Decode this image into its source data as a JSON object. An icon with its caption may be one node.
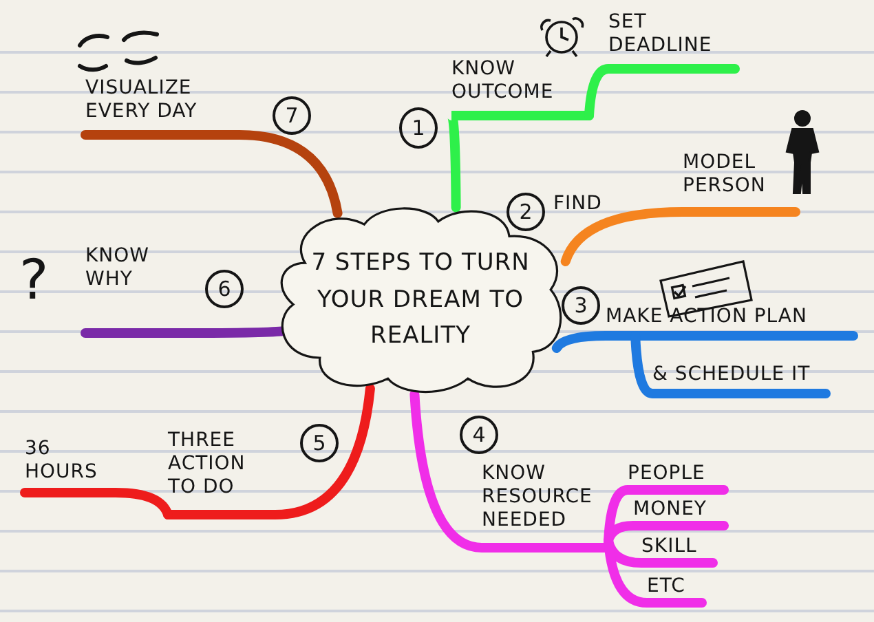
{
  "diagram": {
    "nodes": [
      {
        "text": [
          "7 STEPS TO TURN YOUR DREAM TO REALITY"
        ]
      },
      {
        "text": [
          "1"
        ]
      },
      {
        "text": [
          "KNOW OUTCOME"
        ]
      },
      {
        "text": [
          "SET DEADLINE"
        ]
      },
      {
        "text": [
          "2"
        ]
      },
      {
        "text": [
          "FIND"
        ]
      },
      {
        "text": [
          "MODEL PERSON"
        ]
      },
      {
        "text": [
          "3"
        ]
      },
      {
        "text": [
          "MAKE ACTION PLAN"
        ]
      },
      {
        "text": [
          "& SCHEDULE IT"
        ]
      },
      {
        "text": [
          "4"
        ]
      },
      {
        "text": [
          "KNOW RESOURCE NEEDED"
        ]
      },
      {
        "text": [
          "PEOPLE"
        ]
      },
      {
        "text": [
          "MONEY"
        ]
      },
      {
        "text": [
          "SKILL"
        ]
      },
      {
        "text": [
          "ETC"
        ]
      },
      {
        "text": [
          "5"
        ]
      },
      {
        "text": [
          "THREE ACTION TO DO"
        ]
      },
      {
        "text": [
          "36 HOURS"
        ]
      },
      {
        "text": [
          "6"
        ]
      },
      {
        "text": [
          "KNOW WHY"
        ]
      },
      {
        "text": [
          "7"
        ]
      },
      {
        "text": [
          "VISUALIZE EVERY DAY"
        ]
      }
    ],
    "edges": [
      {
        "from": 0,
        "to": 2,
        "arrow": "none",
        "color": "#2ef04a"
      },
      {
        "from": 2,
        "to": 3,
        "arrow": "none",
        "color": "#2ef04a"
      },
      {
        "from": 0,
        "to": 6,
        "arrow": "none",
        "color": "#f5841f"
      },
      {
        "from": 0,
        "to": 8,
        "arrow": "none",
        "color": "#1f7ae0"
      },
      {
        "from": 8,
        "to": 9,
        "arrow": "none",
        "color": "#1f7ae0"
      },
      {
        "from": 0,
        "to": 11,
        "arrow": "none",
        "color": "#f02ee8"
      },
      {
        "from": 11,
        "to": 12,
        "arrow": "none",
        "color": "#f02ee8"
      },
      {
        "from": 11,
        "to": 13,
        "arrow": "none",
        "color": "#f02ee8"
      },
      {
        "from": 11,
        "to": 14,
        "arrow": "none",
        "color": "#f02ee8"
      },
      {
        "from": 11,
        "to": 15,
        "arrow": "none",
        "color": "#f02ee8"
      },
      {
        "from": 0,
        "to": 17,
        "arrow": "none",
        "color": "#ee1c1c"
      },
      {
        "from": 17,
        "to": 18,
        "arrow": "none",
        "color": "#ee1c1c"
      },
      {
        "from": 0,
        "to": 20,
        "arrow": "none",
        "color": "#7a2aa8"
      },
      {
        "from": 0,
        "to": 22,
        "arrow": "none",
        "color": "#b5420e"
      }
    ],
    "labels": [
      "?"
    ]
  }
}
